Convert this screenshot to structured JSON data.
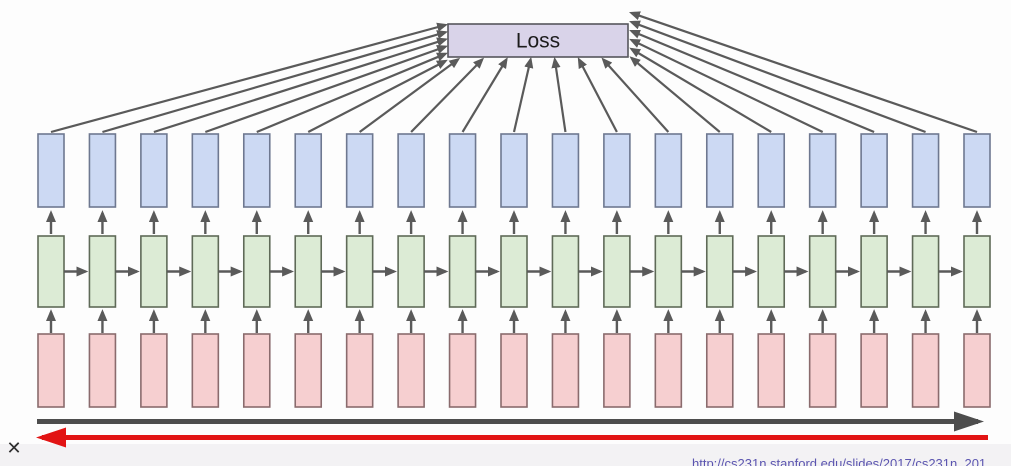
{
  "diagram": {
    "loss_label": "Loss",
    "column_count": 19,
    "rows": [
      {
        "name": "output",
        "fill": "#ccd9f3",
        "border": "#6e7890"
      },
      {
        "name": "hidden",
        "fill": "#dcebd5",
        "border": "#5f6a58"
      },
      {
        "name": "input",
        "fill": "#f6cfd0",
        "border": "#8a6b6d"
      }
    ],
    "loss_fill": "#d9d3e9",
    "loss_border": "#56565c",
    "loss_text_color": "#1c1c1c",
    "arrow_color": "#5a5a5a",
    "time_arrow_color": "#4d4d4d",
    "backprop_arrow_color": "#e21414"
  },
  "overlay": {
    "close_icon": "✕",
    "link_text": "http://cs231n.stanford.edu/slides/2017/cs231n_201",
    "link_color": "#5b55b0"
  }
}
